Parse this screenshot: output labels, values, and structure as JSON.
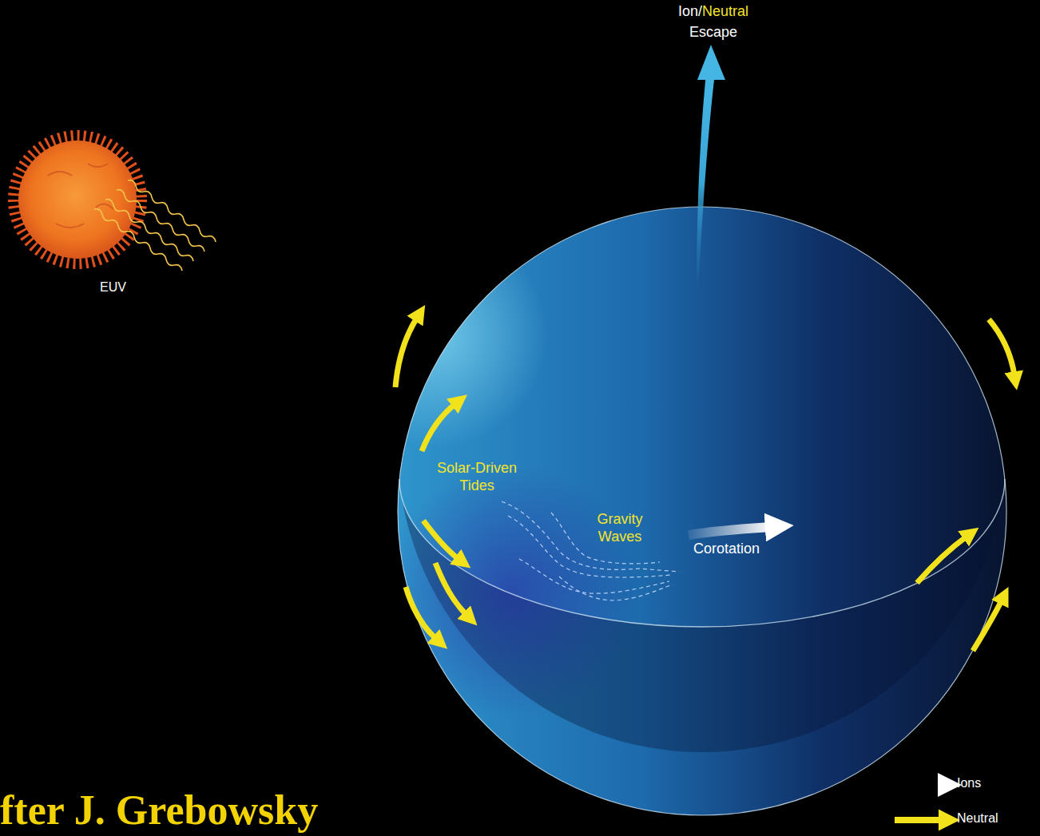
{
  "diagram": {
    "labels": [
      "Ion/",
      "Neutral",
      "Escape",
      "EUV",
      "Solar-Driven Tides",
      "Gravity Waves",
      "Corotation",
      "fter J. Grebowsky"
    ],
    "legend": [
      {
        "text": "Ions"
      },
      {
        "text": "Neutral"
      }
    ]
  }
}
